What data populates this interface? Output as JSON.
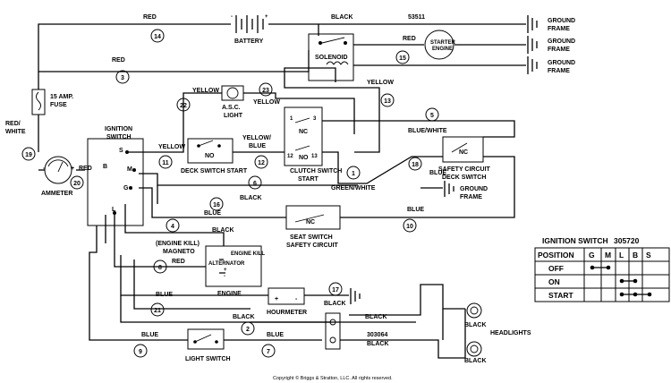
{
  "wires": {
    "red_top": "RED",
    "black_top": "BLACK",
    "part_53511": "53511",
    "red_3": "RED",
    "red_starter": "RED",
    "yellow_22": "YELLOW",
    "yellow_23": "YELLOW",
    "yellow_13": "YELLOW",
    "yellow_11": "YELLOW",
    "yellow_blue_l1": "YELLOW/",
    "yellow_blue_l2": "BLUE",
    "blue_white": "BLUE/WHITE",
    "green_white": "GREEN/WHITE",
    "blue_18": "BLUE",
    "black_6": "BLACK",
    "blue_16": "BLUE",
    "blue_10": "BLUE",
    "black_4": "BLACK",
    "red_8": "RED",
    "blue_21": "BLUE",
    "black_17": "BLACK",
    "black_2": "BLACK",
    "black_hm": "BLACK",
    "blue_9": "BLUE",
    "blue_7": "BLUE",
    "part_303064": "303064",
    "black_303064": "BLACK",
    "black_hl1": "BLACK",
    "black_hl2": "BLACK",
    "red_white_l1": "RED/",
    "red_white_l2": "WHITE",
    "red_20": "RED"
  },
  "circles": [
    "14",
    "3",
    "15",
    "22",
    "23",
    "13",
    "5",
    "19",
    "11",
    "12",
    "1",
    "18",
    "20",
    "6",
    "16",
    "10",
    "4",
    "8",
    "17",
    "21",
    "2",
    "9",
    "7"
  ],
  "components": {
    "battery": "BATTERY",
    "ground_frame_l1": "GROUND",
    "ground_frame_l2": "FRAME",
    "solenoid": "SOLENOID",
    "starter_l1": "STARTER",
    "starter_l2": "ENGINE",
    "fuse_l1": "15 AMP.",
    "fuse_l2": "FUSE",
    "asc_l1": "A.S.C.",
    "asc_l2": "LIGHT",
    "ignition_l1": "IGNITION",
    "ignition_l2": "SWITCH",
    "ammeter": "AMMETER",
    "deck_switch": "DECK SWITCH START",
    "no": "NO",
    "nc": "NC",
    "clutch_l1": "CLUTCH SWITCH",
    "clutch_l2": "START",
    "safety_l1": "SAFETY CIRCUIT",
    "safety_l2": "DECK SWITCH",
    "seat_l1": "SEAT SWITCH",
    "seat_l2": "SAFETY CIRCUIT",
    "engine_kill_l1": "(ENGINE KILL)",
    "engine_kill_l2": "MAGNETO",
    "engine_kill_term": "ENGINE KILL",
    "alternator": "ALTERNATOR",
    "engine": "ENGINE",
    "hourmeter": "HOURMETER",
    "headlights": "HEADLIGHTS",
    "light_switch": "LIGHT SWITCH",
    "term_s": "S",
    "term_b": "B",
    "term_m": "M",
    "term_g": "G",
    "term_l": "L",
    "pin1": "1",
    "pin3": "3",
    "pin12": "12",
    "pin13": "13",
    "plus": "+",
    "minus": "-"
  },
  "table": {
    "title": "IGNITION SWITCH",
    "part": "305720",
    "headers": [
      "POSITION",
      "G",
      "M",
      "L",
      "B",
      "S"
    ],
    "rows": [
      "OFF",
      "ON",
      "START"
    ]
  },
  "copyright": "Copyright © Briggs & Stratton, LLC. All rights reserved."
}
